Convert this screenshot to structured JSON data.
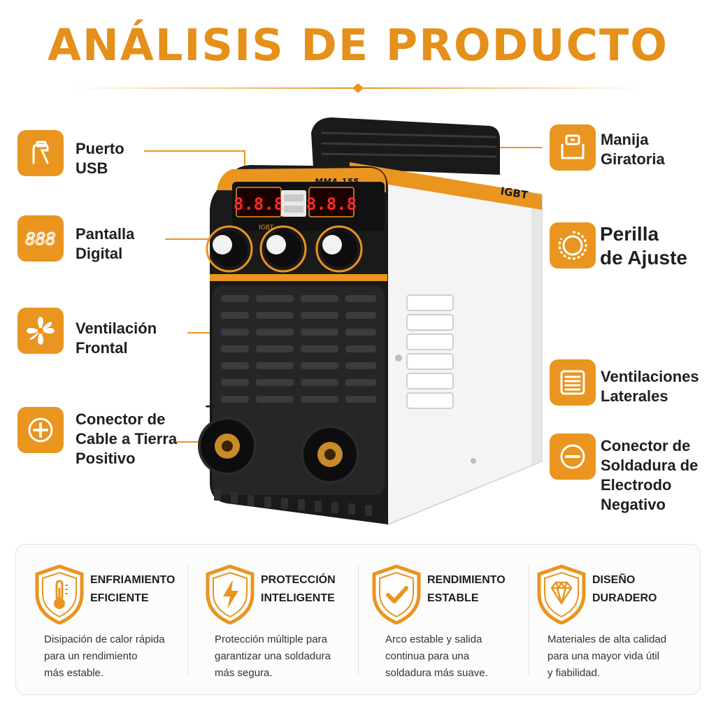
{
  "title": "ANÁLISIS DE PRODUCTO",
  "colors": {
    "accent": "#e9951f",
    "title": "#e5901a",
    "machine_body": "#1a1a1a",
    "machine_side": "#f4f4f4",
    "display_red": "#ff2a2a"
  },
  "features_left": [
    {
      "icon": "usb-port-icon",
      "lines": [
        "Puerto",
        "USB"
      ]
    },
    {
      "icon": "digital-display-icon",
      "lines": [
        "Pantalla",
        "Digital"
      ]
    },
    {
      "icon": "fan-icon",
      "lines": [
        "Ventilación",
        "Frontal"
      ]
    },
    {
      "icon": "plus-icon",
      "lines": [
        "Conector de",
        "Cable a Tierra",
        "Positivo"
      ]
    }
  ],
  "features_right": [
    {
      "icon": "handle-icon",
      "lines": [
        "Manija",
        "Giratoria"
      ]
    },
    {
      "icon": "knob-icon",
      "lines": [
        "Perilla",
        "de Ajuste"
      ]
    },
    {
      "icon": "vent-lines-icon",
      "lines": [
        "Ventilaciones",
        "Laterales"
      ]
    },
    {
      "icon": "minus-icon",
      "lines": [
        "Conector de",
        "Soldadura de",
        "Electrodo",
        "Negativo"
      ]
    }
  ],
  "machine": {
    "model": "MMA-155",
    "badge": "IGBT",
    "knob_label": "IGBT",
    "display_left": "8.8.8",
    "display_right": "8.8.8",
    "polarity_plus": "+"
  },
  "benefits": [
    {
      "icon": "thermometer-icon",
      "title": [
        "ENFRIAMIENTO",
        "EFICIENTE"
      ],
      "desc": [
        "Disipación de calor rápida",
        "para un rendimiento",
        "más estable."
      ]
    },
    {
      "icon": "lightning-icon",
      "title": [
        "PROTECCIÓN",
        "INTELIGENTE"
      ],
      "desc": [
        "Protección múltiple para",
        "garantizar una soldadura",
        "más segura."
      ]
    },
    {
      "icon": "checkmark-icon",
      "title": [
        "RENDIMIENTO",
        "ESTABLE"
      ],
      "desc": [
        "Arco estable y salida",
        "continua para una",
        "soldadura más suave."
      ]
    },
    {
      "icon": "diamond-icon",
      "title": [
        "DISEÑO",
        "DURADERO"
      ],
      "desc": [
        "Materiales de alta calidad",
        "para una mayor vida útil",
        "y fiabilidad."
      ]
    }
  ]
}
